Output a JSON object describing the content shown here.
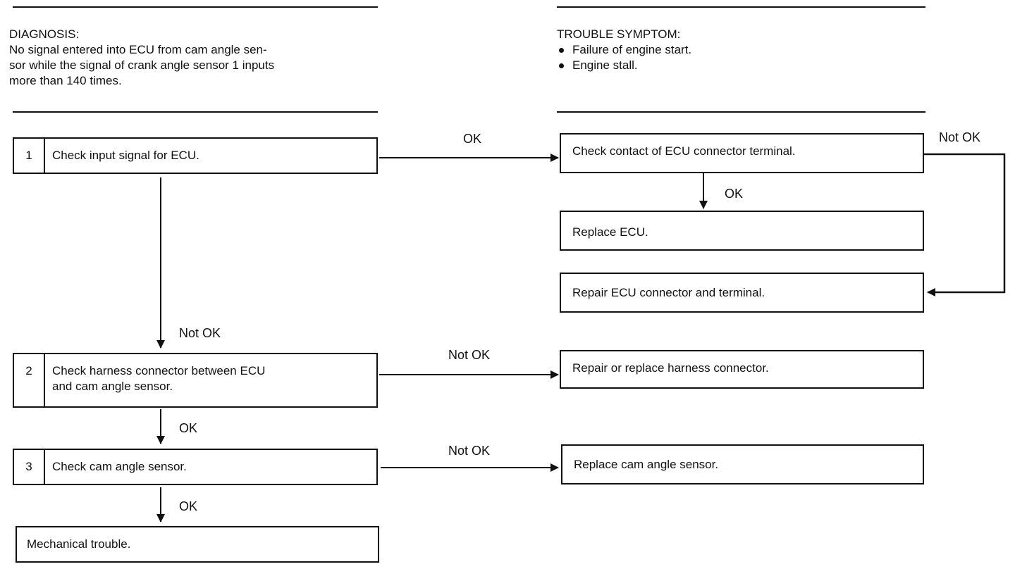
{
  "diagnosis": {
    "title": "DIAGNOSIS:",
    "lines": [
      "No signal entered into ECU from cam angle sen-",
      "sor while the signal of crank angle sensor 1 inputs",
      "more than 140 times."
    ]
  },
  "symptom": {
    "title": "TROUBLE SYMPTOM:",
    "items": [
      "Failure of engine start.",
      "Engine stall."
    ]
  },
  "steps": [
    {
      "num": "1",
      "text": "Check input signal for ECU."
    },
    {
      "num": "2",
      "text_lines": [
        "Check harness connector between ECU",
        "and cam angle sensor."
      ]
    },
    {
      "num": "3",
      "text": "Check cam angle sensor."
    }
  ],
  "outcomes": {
    "check_contact": "Check contact of ECU connector terminal.",
    "replace_ecu": "Replace ECU.",
    "repair_ecu_connector": "Repair ECU connector and terminal.",
    "repair_harness": "Repair or replace harness connector.",
    "replace_cam_sensor": "Replace cam angle sensor.",
    "mechanical": "Mechanical trouble."
  },
  "labels": {
    "ok": "OK",
    "not_ok": "Not OK"
  }
}
